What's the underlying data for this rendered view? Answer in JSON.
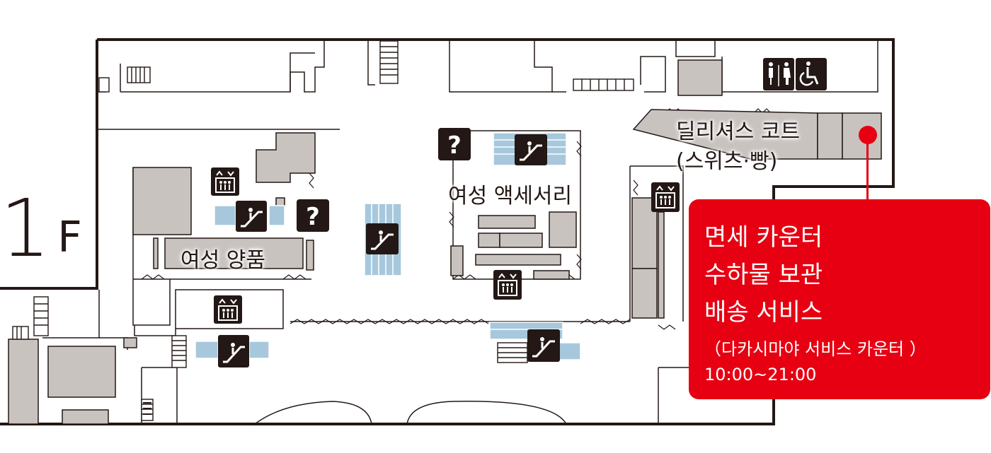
{
  "floor": {
    "number": "1",
    "letter": "F"
  },
  "zones": {
    "womens_goods": "여성 양품",
    "womens_accessories": "여성 액세서리",
    "delicatessen_1": "딜리셔스 코트",
    "delicatessen_2": "(스위츠·빵)"
  },
  "callout": {
    "line1": "면세 카운터",
    "line2": "수하물 보관",
    "line3": "배송 서비스",
    "sub": "（다카시마야 서비스 카운터 ）",
    "hours": "10:00~21:00"
  },
  "colors": {
    "accent": "#e60012",
    "icon_bg": "#231815",
    "room_fill": "#c9c3c0",
    "stair_blue": "#a7c8dc",
    "wall": "#231815"
  },
  "icons": [
    "elevator-icon",
    "escalator-icon",
    "information-icon",
    "restroom-icon",
    "wheelchair-icon",
    "counter-location-pin"
  ]
}
